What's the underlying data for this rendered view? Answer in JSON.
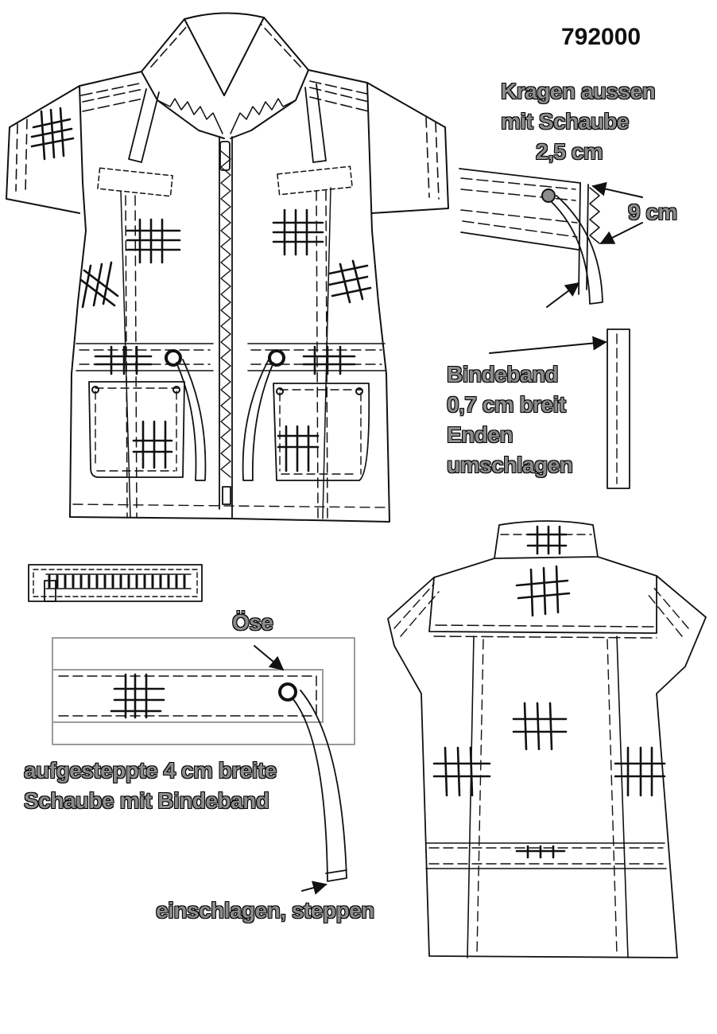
{
  "model_number": "792000",
  "labels": {
    "collar": [
      "Kragen aussen",
      "mit Schaube",
      "2,5 cm"
    ],
    "nine_cm": "9 cm",
    "tie_band": [
      "Bindeband",
      "0,7 cm breit",
      "Enden",
      "umschlagen"
    ],
    "eyelet": "Öse",
    "casing": [
      "aufgesteppte 4 cm breite",
      "Schaube mit Bindeband"
    ],
    "fold_stitch": "einschlagen, steppen"
  },
  "colors": {
    "line": "#111111",
    "label_fill": "#8c8c8c",
    "panel_stroke": "#9a9a9a"
  }
}
